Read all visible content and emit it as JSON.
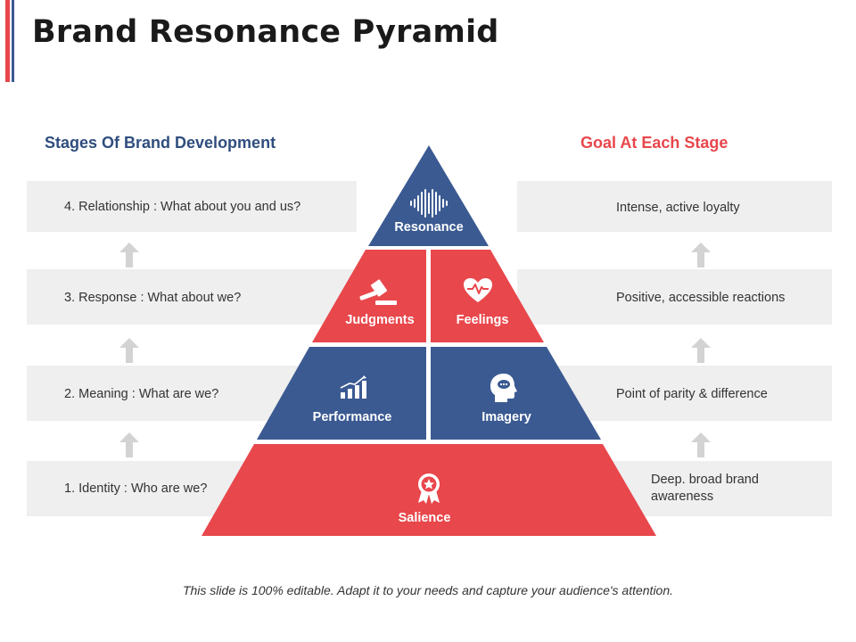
{
  "title": "Brand Resonance Pyramid",
  "left_heading": "Stages Of Brand Development",
  "right_heading": "Goal At Each Stage",
  "stages": [
    "4. Relationship : What about you and us?",
    "3. Response : What about we?",
    "2. Meaning : What are we?",
    "1. Identity  : Who are we?"
  ],
  "goals": [
    "Intense,  active loyalty",
    "Positive, accessible reactions",
    "Point of parity & difference",
    "Deep. broad brand awareness"
  ],
  "pyramid": {
    "resonance": "Resonance",
    "judgments": "Judgments",
    "feelings": "Feelings",
    "performance": "Performance",
    "imagery": "Imagery",
    "salience": "Salience"
  },
  "footer": "This slide is 100% editable. Adapt it to your needs and capture your audience's attention.",
  "colors": {
    "blue": "#3b5a92",
    "red": "#e8474c",
    "band": "#efefef",
    "arrow": "#d3d3d3"
  }
}
